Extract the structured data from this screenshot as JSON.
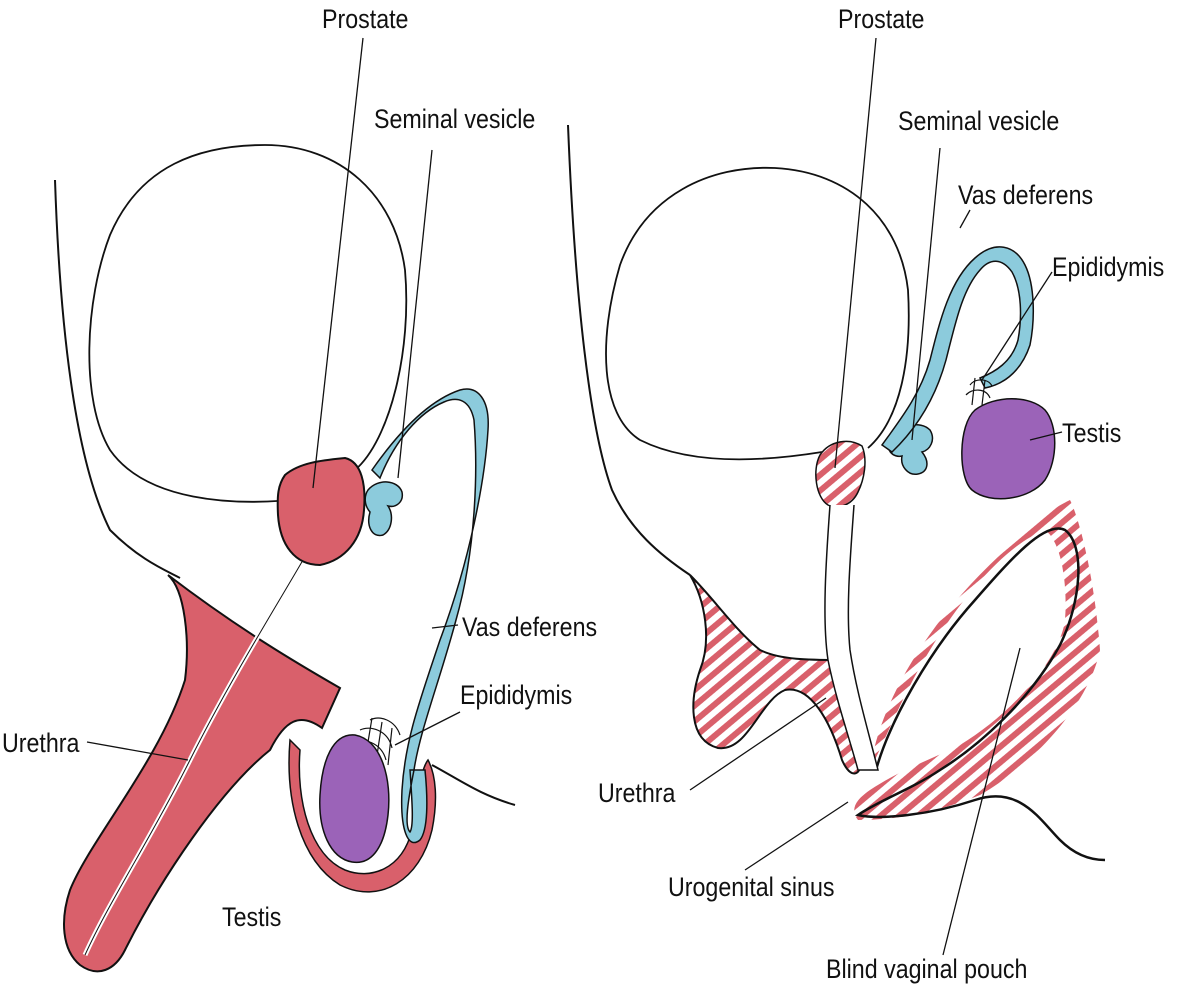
{
  "colors": {
    "prostate_pink": "#d9606b",
    "duct_blue": "#8ccbdc",
    "testis_purple": "#9b63b8",
    "hatch_pink": "#d9606b",
    "outline": "#111111"
  },
  "left_panel": {
    "labels": {
      "prostate": "Prostate",
      "seminal_vesicle": "Seminal vesicle",
      "vas_deferens": "Vas deferens",
      "epididymis": "Epididymis",
      "urethra": "Urethra",
      "testis": "Testis"
    }
  },
  "right_panel": {
    "labels": {
      "prostate": "Prostate",
      "seminal_vesicle": "Seminal vesicle",
      "vas_deferens": "Vas deferens",
      "epididymis": "Epididymis",
      "testis": "Testis",
      "urethra": "Urethra",
      "urogenital_sinus": "Urogenital sinus",
      "blind_vaginal_pouch": "Blind vaginal pouch"
    }
  }
}
